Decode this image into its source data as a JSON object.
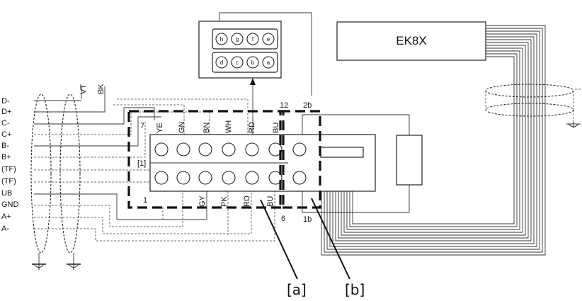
{
  "diagram": {
    "module_name": "EK8X",
    "connector_top_row": [
      "h",
      "g",
      "f",
      "e"
    ],
    "connector_bottom_row": [
      "d",
      "c",
      "b",
      "a"
    ],
    "left_signals": [
      "D-",
      "D+",
      "C-",
      "C+",
      "B-",
      "B+",
      "(TF)",
      "(TF)",
      "UB",
      "GND",
      "A+",
      "A-"
    ],
    "cable_colors": [
      "VT",
      "BK"
    ],
    "terminal_top_colors": [
      "YE",
      "GN",
      "BN",
      "WH",
      "RD",
      "BU"
    ],
    "terminal_bottom_colors": [
      "GY",
      "PK",
      "RD",
      "BU"
    ],
    "terminal_numbers": {
      "top_left": "7",
      "bottom_left": "1",
      "top_mid": "12",
      "bottom_mid": "6",
      "top_right": "2b",
      "bottom_right": "1b"
    },
    "block_label": "[1]",
    "callouts": [
      "[a]",
      "[b]"
    ]
  }
}
